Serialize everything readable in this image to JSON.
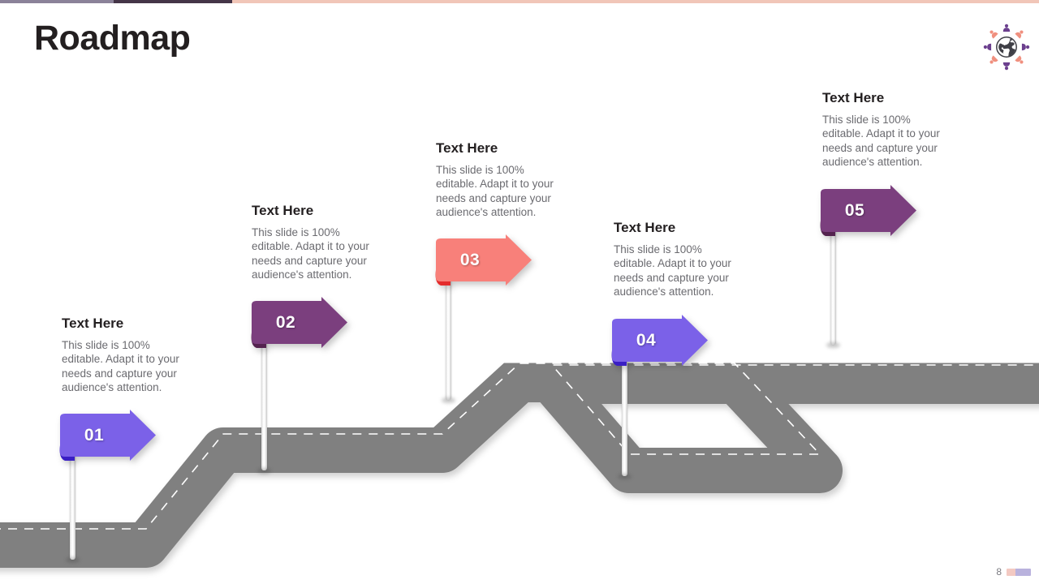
{
  "title": "Roadmap",
  "topbar": {
    "segments": [
      {
        "name": "segment-light-purple",
        "color": "#8b8299"
      },
      {
        "name": "segment-dark-purple",
        "color": "#453548"
      },
      {
        "name": "segment-salmon",
        "color": "#f1c6b8"
      }
    ]
  },
  "logo": {
    "name": "people-around-globe-logo",
    "globe_color": "#3f3f46",
    "person_purple": "#6b3f8e",
    "person_salmon": "#f0907f"
  },
  "milestones": [
    {
      "number": "01",
      "heading": "Text Here",
      "body": "This slide is 100% editable. Adapt it to your needs and capture your audience's attention.",
      "color": "#7b61e8",
      "fold_color": "#3a1fc4"
    },
    {
      "number": "02",
      "heading": "Text Here",
      "body": "This slide is 100% editable. Adapt it to your needs and capture your audience's attention.",
      "color": "#7b3f7e",
      "fold_color": "#54234f"
    },
    {
      "number": "03",
      "heading": "Text Here",
      "body": "This slide is 100% editable. Adapt it to your needs and capture your audience's attention.",
      "color": "#f8807a",
      "fold_color": "#e42c2c"
    },
    {
      "number": "04",
      "heading": "Text Here",
      "body": "This slide is 100% editable. Adapt it to your needs and capture your audience's attention.",
      "color": "#7b61e8",
      "fold_color": "#3a1fc4"
    },
    {
      "number": "05",
      "heading": "Text Here",
      "body": "This slide is 100% editable. Adapt it to your needs and capture your audience's attention.",
      "color": "#7b3f7e",
      "fold_color": "#54234f"
    }
  ],
  "road": {
    "name": "winding-road",
    "surface_color": "#808080",
    "centerline_color": "#ffffff"
  },
  "footer": {
    "page_number": "8",
    "bar_color_a": "#f3c9c2",
    "bar_color_b": "#b9b2dd"
  }
}
